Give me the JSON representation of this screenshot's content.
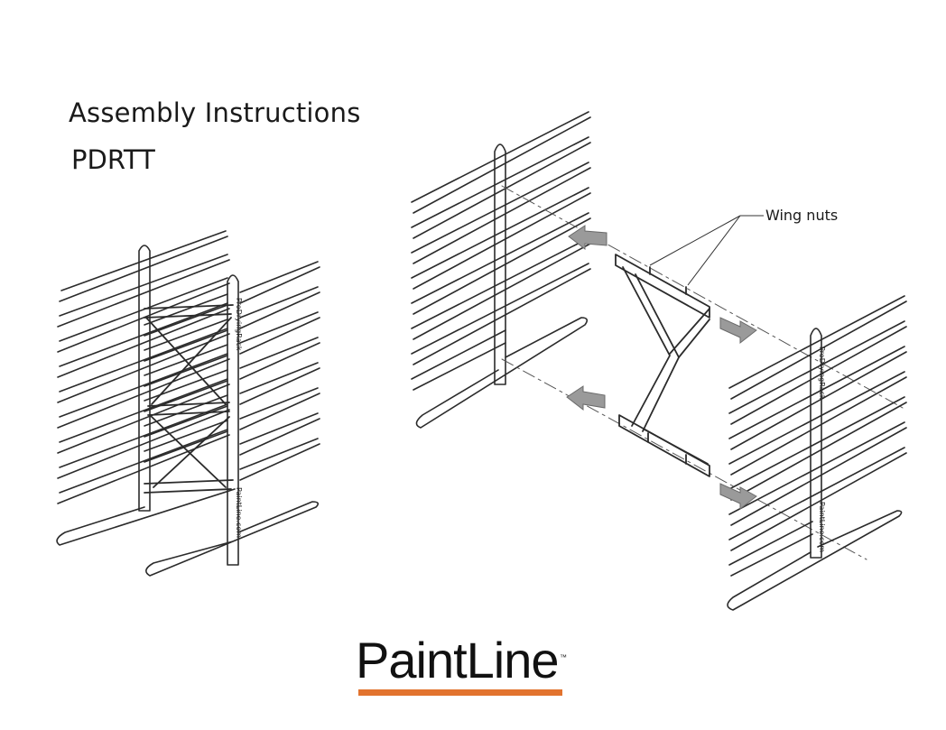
{
  "header": {
    "title": "Assembly Instructions",
    "model": "PDRTT"
  },
  "callouts": {
    "wing_nuts": "Wing nuts"
  },
  "brand": {
    "logo_text": "PaintLine",
    "trademark": "™",
    "rack_label": "ProDryingRack",
    "rack_sublabel": "PaintLine.com",
    "accent_color": "#e2732e",
    "arrow_color": "#9a9a9a"
  }
}
